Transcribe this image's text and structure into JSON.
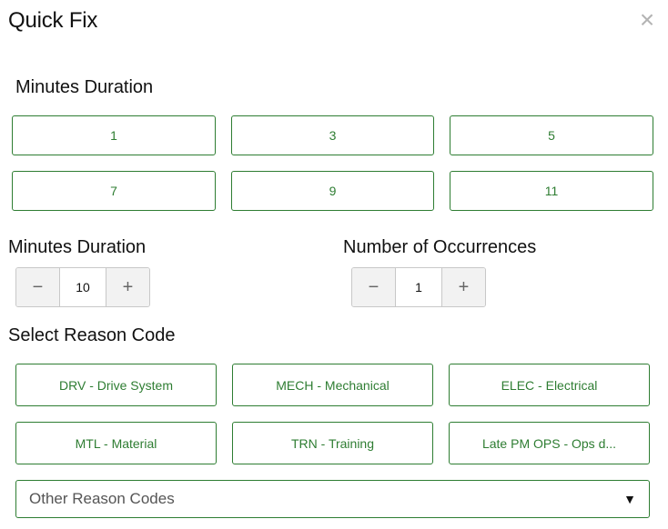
{
  "dialog": {
    "title": "Quick Fix",
    "close_icon": "close-icon"
  },
  "duration_presets": {
    "label": "Minutes Duration",
    "options": [
      "1",
      "3",
      "5",
      "7",
      "9",
      "11"
    ]
  },
  "duration_stepper": {
    "label": "Minutes Duration",
    "value": "10",
    "decrement": "−",
    "increment": "+"
  },
  "occurrences_stepper": {
    "label": "Number of Occurrences",
    "value": "1",
    "decrement": "−",
    "increment": "+"
  },
  "reason_codes": {
    "label": "Select Reason Code",
    "options": [
      "DRV - Drive System",
      "MECH - Mechanical",
      "ELEC - Electrical",
      "MTL - Material",
      "TRN - Training",
      "Late PM OPS - Ops d..."
    ]
  },
  "other_reasons": {
    "placeholder": "Other Reason Codes",
    "arrow": "▼"
  },
  "colors": {
    "accent": "#2e7d32",
    "stepper_bg": "#f2f2f2",
    "close": "#b3b3b3"
  }
}
